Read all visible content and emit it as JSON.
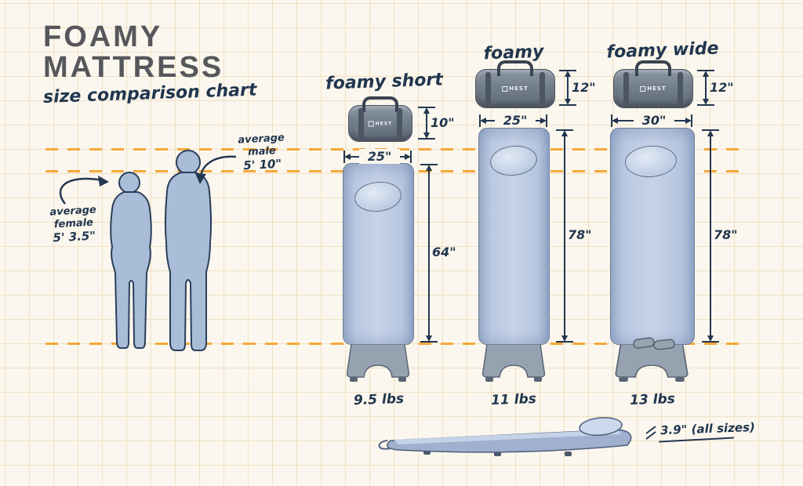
{
  "title": {
    "line1": "FOAMY",
    "line2": "MATTRESS",
    "subtitle": "size comparison chart"
  },
  "figures": {
    "female": {
      "line1": "average",
      "line2": "female",
      "height": "5' 3.5\""
    },
    "male": {
      "line1": "average",
      "line2": "male",
      "height": "5' 10\""
    }
  },
  "brand": {
    "name": "HEST"
  },
  "products": [
    {
      "name": "foamy short",
      "bag_height": "10\"",
      "width": "25\"",
      "length": "64\"",
      "weight": "9.5 lbs"
    },
    {
      "name": "foamy",
      "bag_height": "12\"",
      "width": "25\"",
      "length": "78\"",
      "weight": "11 lbs"
    },
    {
      "name": "foamy wide",
      "bag_height": "12\"",
      "width": "30\"",
      "length": "78\"",
      "weight": "13 lbs"
    }
  ],
  "side_view": {
    "thickness": "3.9\" (all sizes)"
  },
  "colors": {
    "background": "#fbf7ee",
    "grid": "#f1e0c2",
    "accent_orange": "#f5a83a",
    "ink_navy": "#23374f",
    "title_gray": "#56575b",
    "mattress_blue": "#b9c8e0",
    "silhouette_blue": "#a9bdd8",
    "bag_gray": "#77828f"
  }
}
